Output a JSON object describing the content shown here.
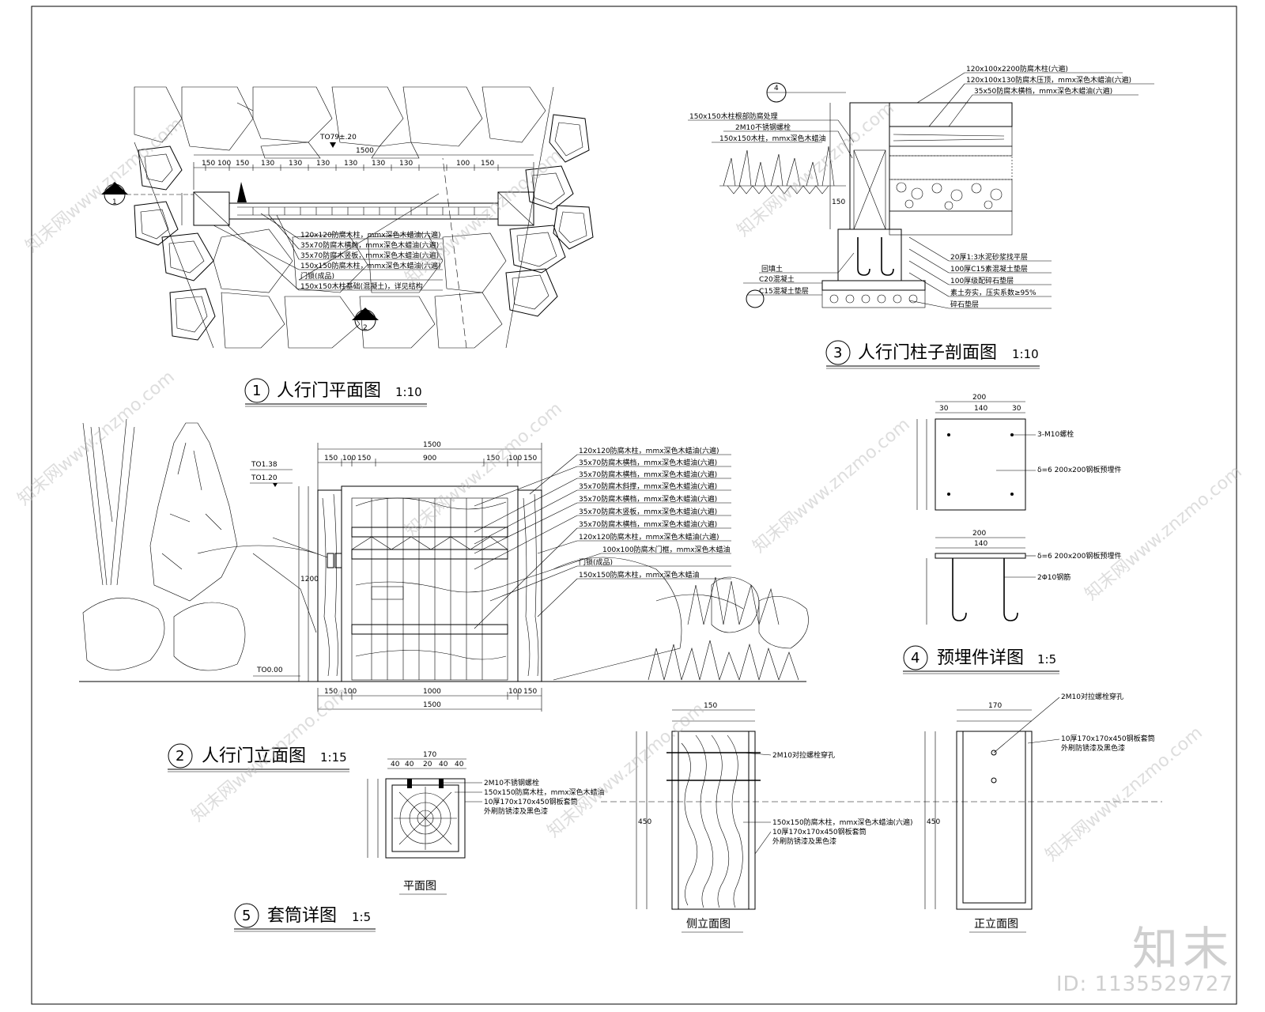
{
  "titles": {
    "plan": {
      "no": "1",
      "name": "人行门平面图",
      "scale": "1:10"
    },
    "elev": {
      "no": "2",
      "name": "人行门立面图",
      "scale": "1:15"
    },
    "sect": {
      "no": "3",
      "name": "人行门柱子剖面图",
      "scale": "1:10"
    },
    "embed": {
      "no": "4",
      "name": "预埋件详图",
      "scale": "1:5"
    },
    "sleeve": {
      "no": "5",
      "name": "套筒详图",
      "scale": "1:5"
    }
  },
  "subtitles": {
    "sleeve_plan": "平面图",
    "side_view": "侧立面图",
    "front_view": "正立面图"
  },
  "dimensions": {
    "plan_top": [
      "150",
      "100",
      "150",
      "130",
      "130",
      "130",
      "130",
      "130",
      "130",
      "100",
      "150"
    ],
    "plan_total": "1500",
    "elev_top": [
      "150",
      "100",
      "150",
      "900",
      "150",
      "100",
      "150"
    ],
    "elev_total": "1500",
    "elev_bottom": [
      "150",
      "100",
      "1000",
      "100",
      "150"
    ],
    "elev_height": "1200",
    "embed_width": "200",
    "embed_inner": [
      "30",
      "140",
      "30"
    ],
    "sleeve_width": "170",
    "sleeve_parts": [
      "40",
      "40",
      "20",
      "40",
      "40"
    ],
    "side_width": "150",
    "front_width": "170",
    "side_height": "450"
  },
  "elevations": {
    "plan_mark": "TO79±.20",
    "elev_top": "TO1.38",
    "elev_mid": "TO1.20",
    "elev_ground": "TO0.00"
  },
  "notes": {
    "elev": [
      "120x120防腐木柱，mmx深色木蜡油(六遍)",
      "35x70防腐木横档，mmx深色木蜡油(六遍)",
      "35x70防腐木横档，mmx深色木蜡油(六遍)",
      "35x70防腐木斜撑，mmx深色木蜡油(六遍)",
      "35x70防腐木横档，mmx深色木蜡油(六遍)",
      "35x70防腐木竖板，mmx深色木蜡油(六遍)",
      "35x70防腐木横档，mmx深色木蜡油(六遍)",
      "120x120防腐木柱，mmx深色木蜡油(六遍)",
      "100x100防腐木门框，mmx深色木蜡油",
      "门锁(成品)",
      "150x150防腐木柱，mmx深色木蜡油"
    ],
    "plan": [
      "120x120防腐木柱，mmx深色木蜡油(六遍)",
      "35x70防腐木横档，mmx深色木蜡油(六遍)",
      "35x70防腐木竖板，mmx深色木蜡油(六遍)",
      "150x150防腐木柱，mmx深色木蜡油(六遍)",
      "门锁(成品)",
      "150x150木柱基础(混凝土)，详见结构"
    ],
    "sect": [
      "120x100x2200防腐木柱(六遍)",
      "120x100x130防腐木压顶，mmx深色木蜡油(六遍)",
      "35x50防腐木横档，mmx深色木蜡油(六遍)",
      "150x150木柱根部防腐处理",
      "2M10不锈钢螺栓",
      "150x150木柱，mmx深色木蜡油",
      "回填土",
      "C20混凝土",
      "C15混凝土垫层",
      "碎石垫层",
      "20厚1:3水泥砂浆找平层",
      "100厚C15素混凝土垫层",
      "100厚级配碎石垫层",
      "素土夯实，压实系数≥95%"
    ],
    "embed": [
      "3-M10螺栓",
      "δ=6 200x200钢板预埋件",
      "δ=6 200x200钢板预埋件",
      "2Φ10钢筋"
    ],
    "sleeve": [
      "2M10不锈钢螺栓",
      "150x150防腐木柱，mmx深色木蜡油",
      "10厚170x170x450钢板套筒",
      "外刷防锈漆及黑色漆"
    ],
    "side": [
      "2M10对拉螺栓穿孔",
      "150x150防腐木柱，mmx深色木蜡油(六遍)",
      "10厚170x170x450钢板套筒",
      "外刷防锈漆及黑色漆"
    ],
    "front": [
      "2M10对拉螺栓穿孔",
      "10厚170x170x450钢板套筒",
      "外刷防锈漆及黑色漆"
    ]
  },
  "legend_marks": {
    "section_a": "1",
    "section_b": "2",
    "callout": "4"
  },
  "watermark": {
    "text": "知末网www.znzmo.com",
    "logo": "知末",
    "id": "ID: 1135529727"
  }
}
